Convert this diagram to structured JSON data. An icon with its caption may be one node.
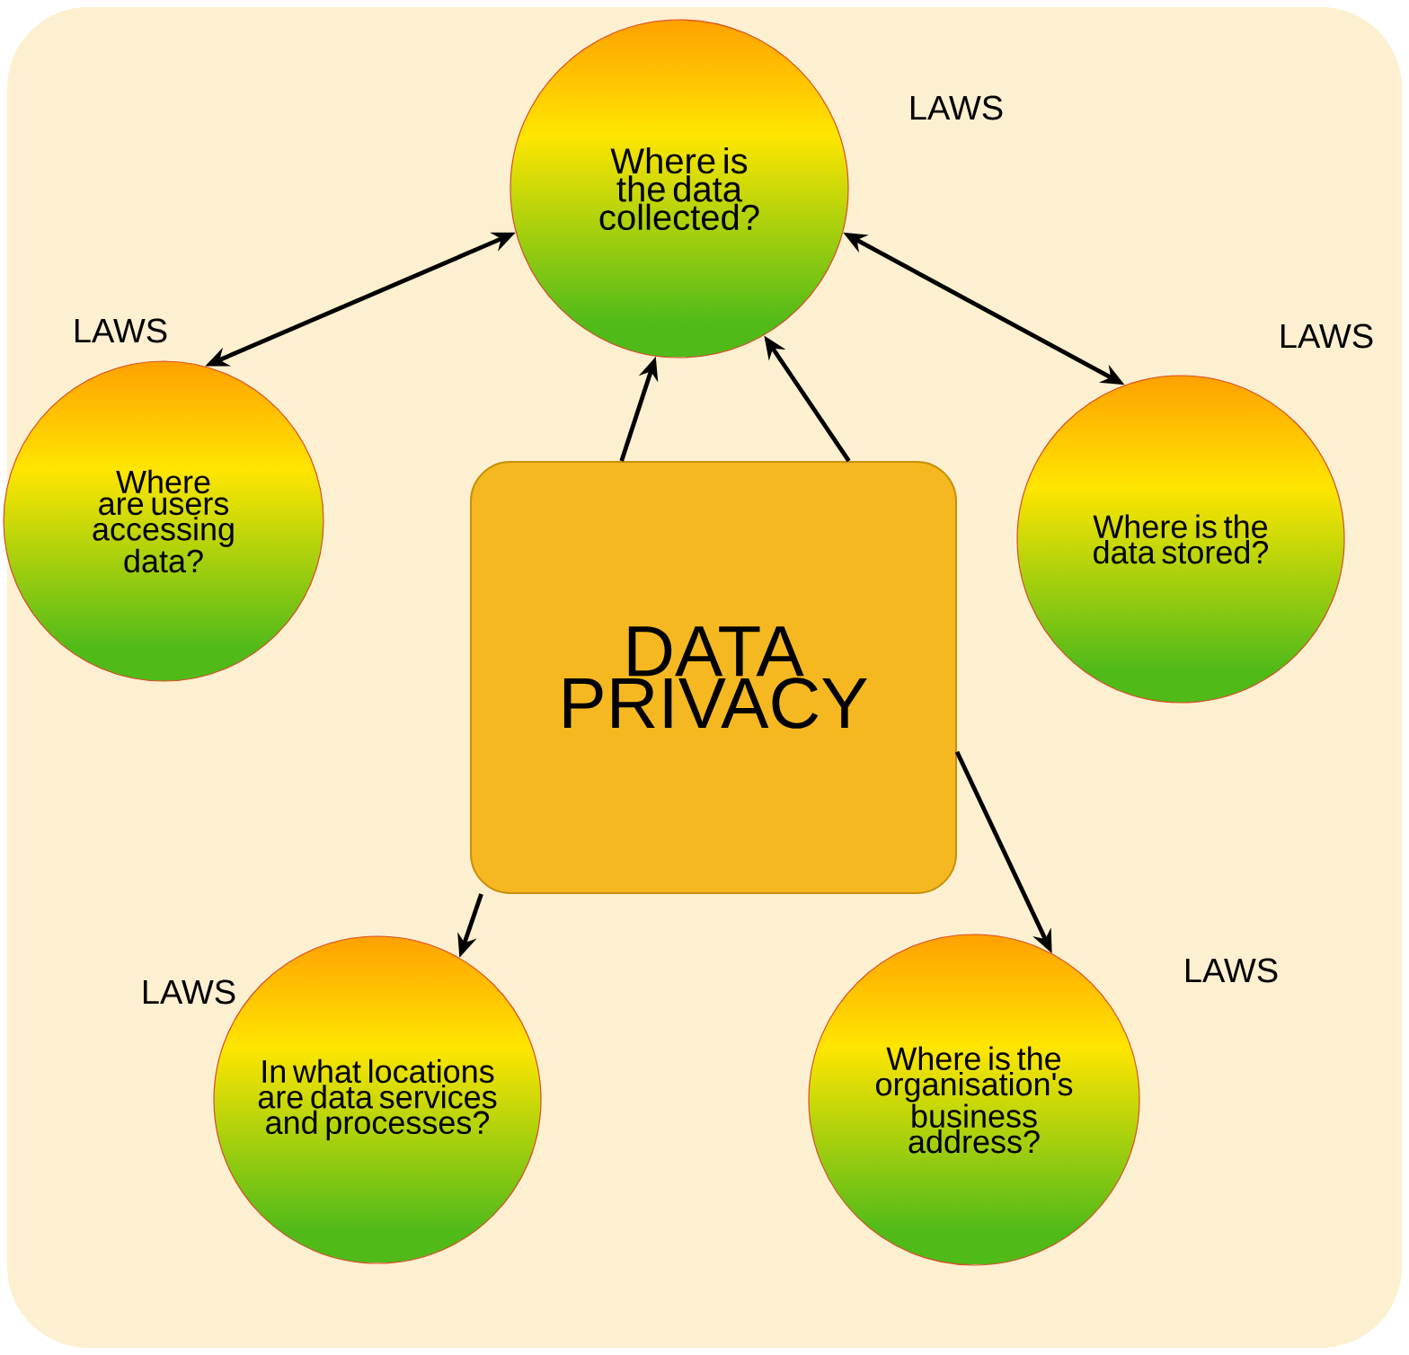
{
  "diagram": {
    "nodes": [
      {
        "text": [
          "Where is the data collected?"
        ],
        "beside": [
          "LAWS"
        ]
      },
      {
        "text": [
          "Where are users accessing data?"
        ],
        "beside": [
          "LAWS"
        ]
      },
      {
        "text": [
          "Where is the data stored?"
        ],
        "beside": [
          "LAWS"
        ]
      },
      {
        "text": [
          "DATA PRIVACY"
        ]
      },
      {
        "text": [
          "In what locations are data services and processes?"
        ],
        "beside": [
          "LAWS"
        ]
      },
      {
        "text": [
          "Where is the organisation's business address?"
        ],
        "beside": [
          "LAWS"
        ]
      }
    ],
    "edges": [
      {
        "from": 0,
        "to": 1,
        "arrow": "both"
      },
      {
        "from": 3,
        "to": 0,
        "arrow": "to"
      },
      {
        "from": 3,
        "to": 0,
        "arrow": "to"
      },
      {
        "from": 0,
        "to": 2,
        "arrow": "both"
      },
      {
        "from": 3,
        "to": 4,
        "arrow": "to"
      },
      {
        "from": 3,
        "to": 5,
        "arrow": "to"
      }
    ]
  }
}
